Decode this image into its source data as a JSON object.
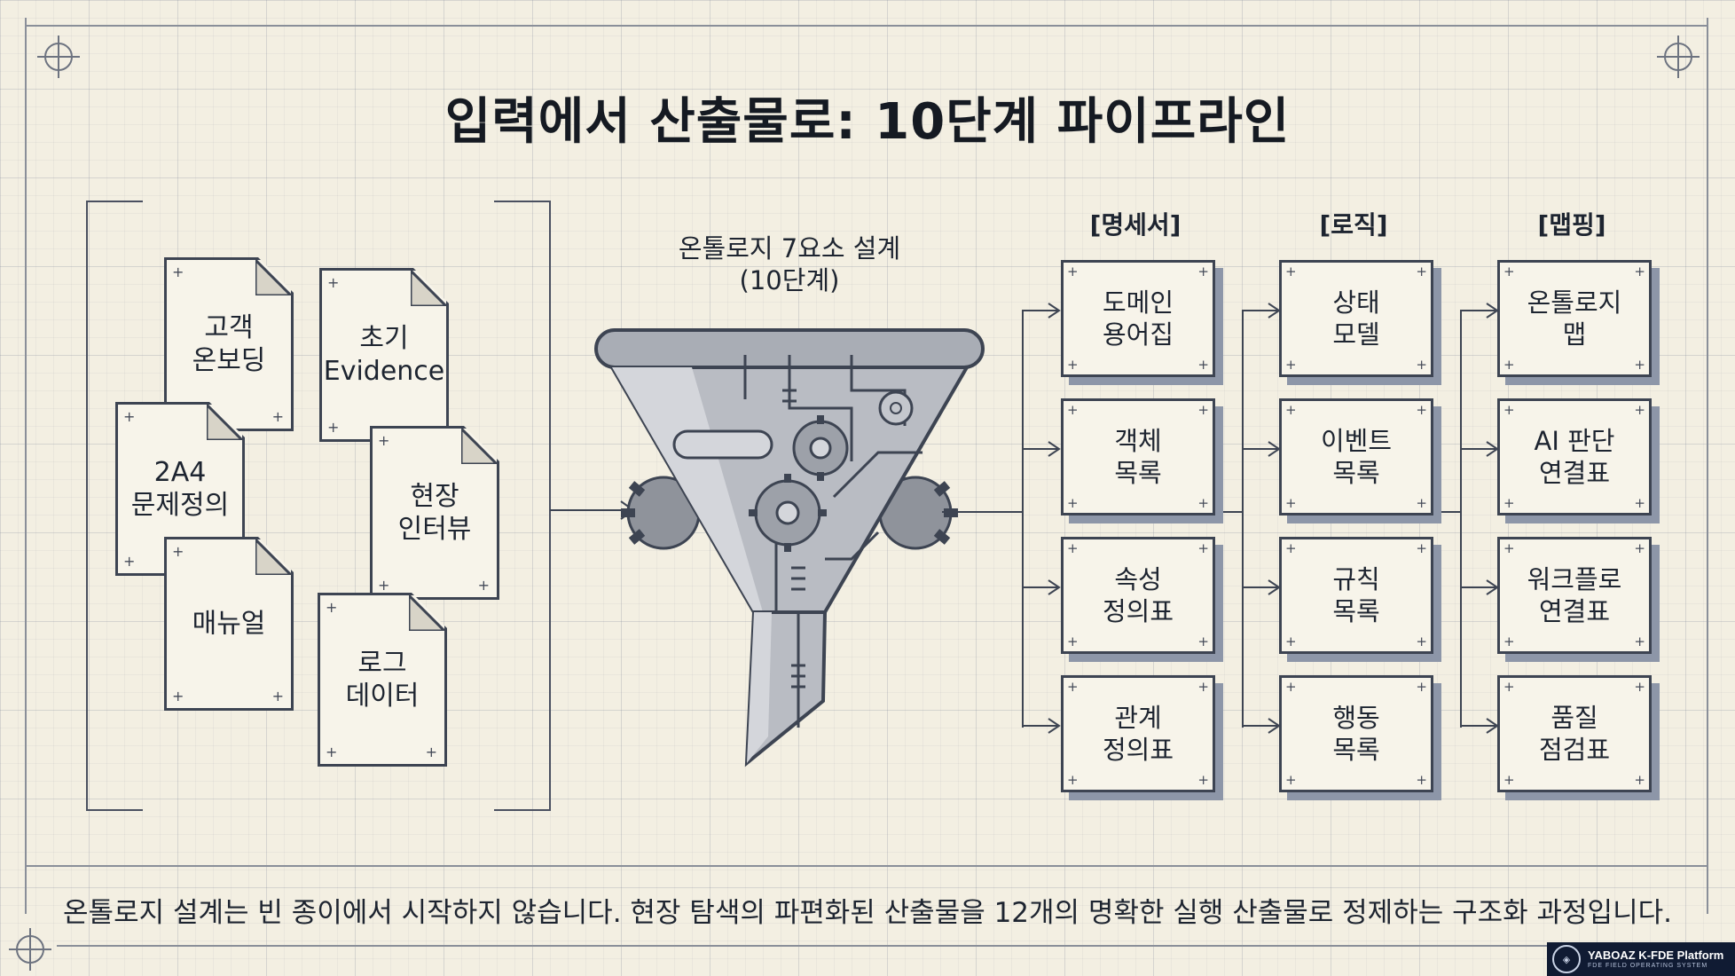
{
  "title": "입력에서 산출물로: 10단계 파이프라인",
  "inputs": [
    {
      "label": "고객\n온보딩"
    },
    {
      "label": "초기\nEvidence"
    },
    {
      "label": "2A4\n문제정의"
    },
    {
      "label": "현장\n인터뷰"
    },
    {
      "label": "매뉴얼"
    },
    {
      "label": "로그\n데이터"
    }
  ],
  "funnel": {
    "label": "온톨로지 7요소 설계\n(10단계)"
  },
  "columns": [
    {
      "header": "[명세서]",
      "items": [
        "도메인\n용어집",
        "객체\n목록",
        "속성\n정의표",
        "관계\n정의표"
      ]
    },
    {
      "header": "[로직]",
      "items": [
        "상태\n모델",
        "이벤트\n목록",
        "규칙\n목록",
        "행동\n목록"
      ]
    },
    {
      "header": "[맵핑]",
      "items": [
        "온톨로지\n맵",
        "AI 판단\n연결표",
        "워크플로\n연결표",
        "품질\n점검표"
      ]
    }
  ],
  "caption": "온톨로지 설계는 빈 종이에서 시작하지 않습니다. 현장 탐색의 파편화된 산출물을 12개의 명확한 실행 산출물로 정제하는 구조화 과정입니다.",
  "badge": {
    "main": "YABOAZ K-FDE Platform",
    "sub": "FDE FIELD OPERATING SYSTEM"
  },
  "colors": {
    "paper": "#f3efe2",
    "ink": "#3d4452",
    "shadow": "#8d96a8",
    "funnel": "#b9bcc3"
  }
}
